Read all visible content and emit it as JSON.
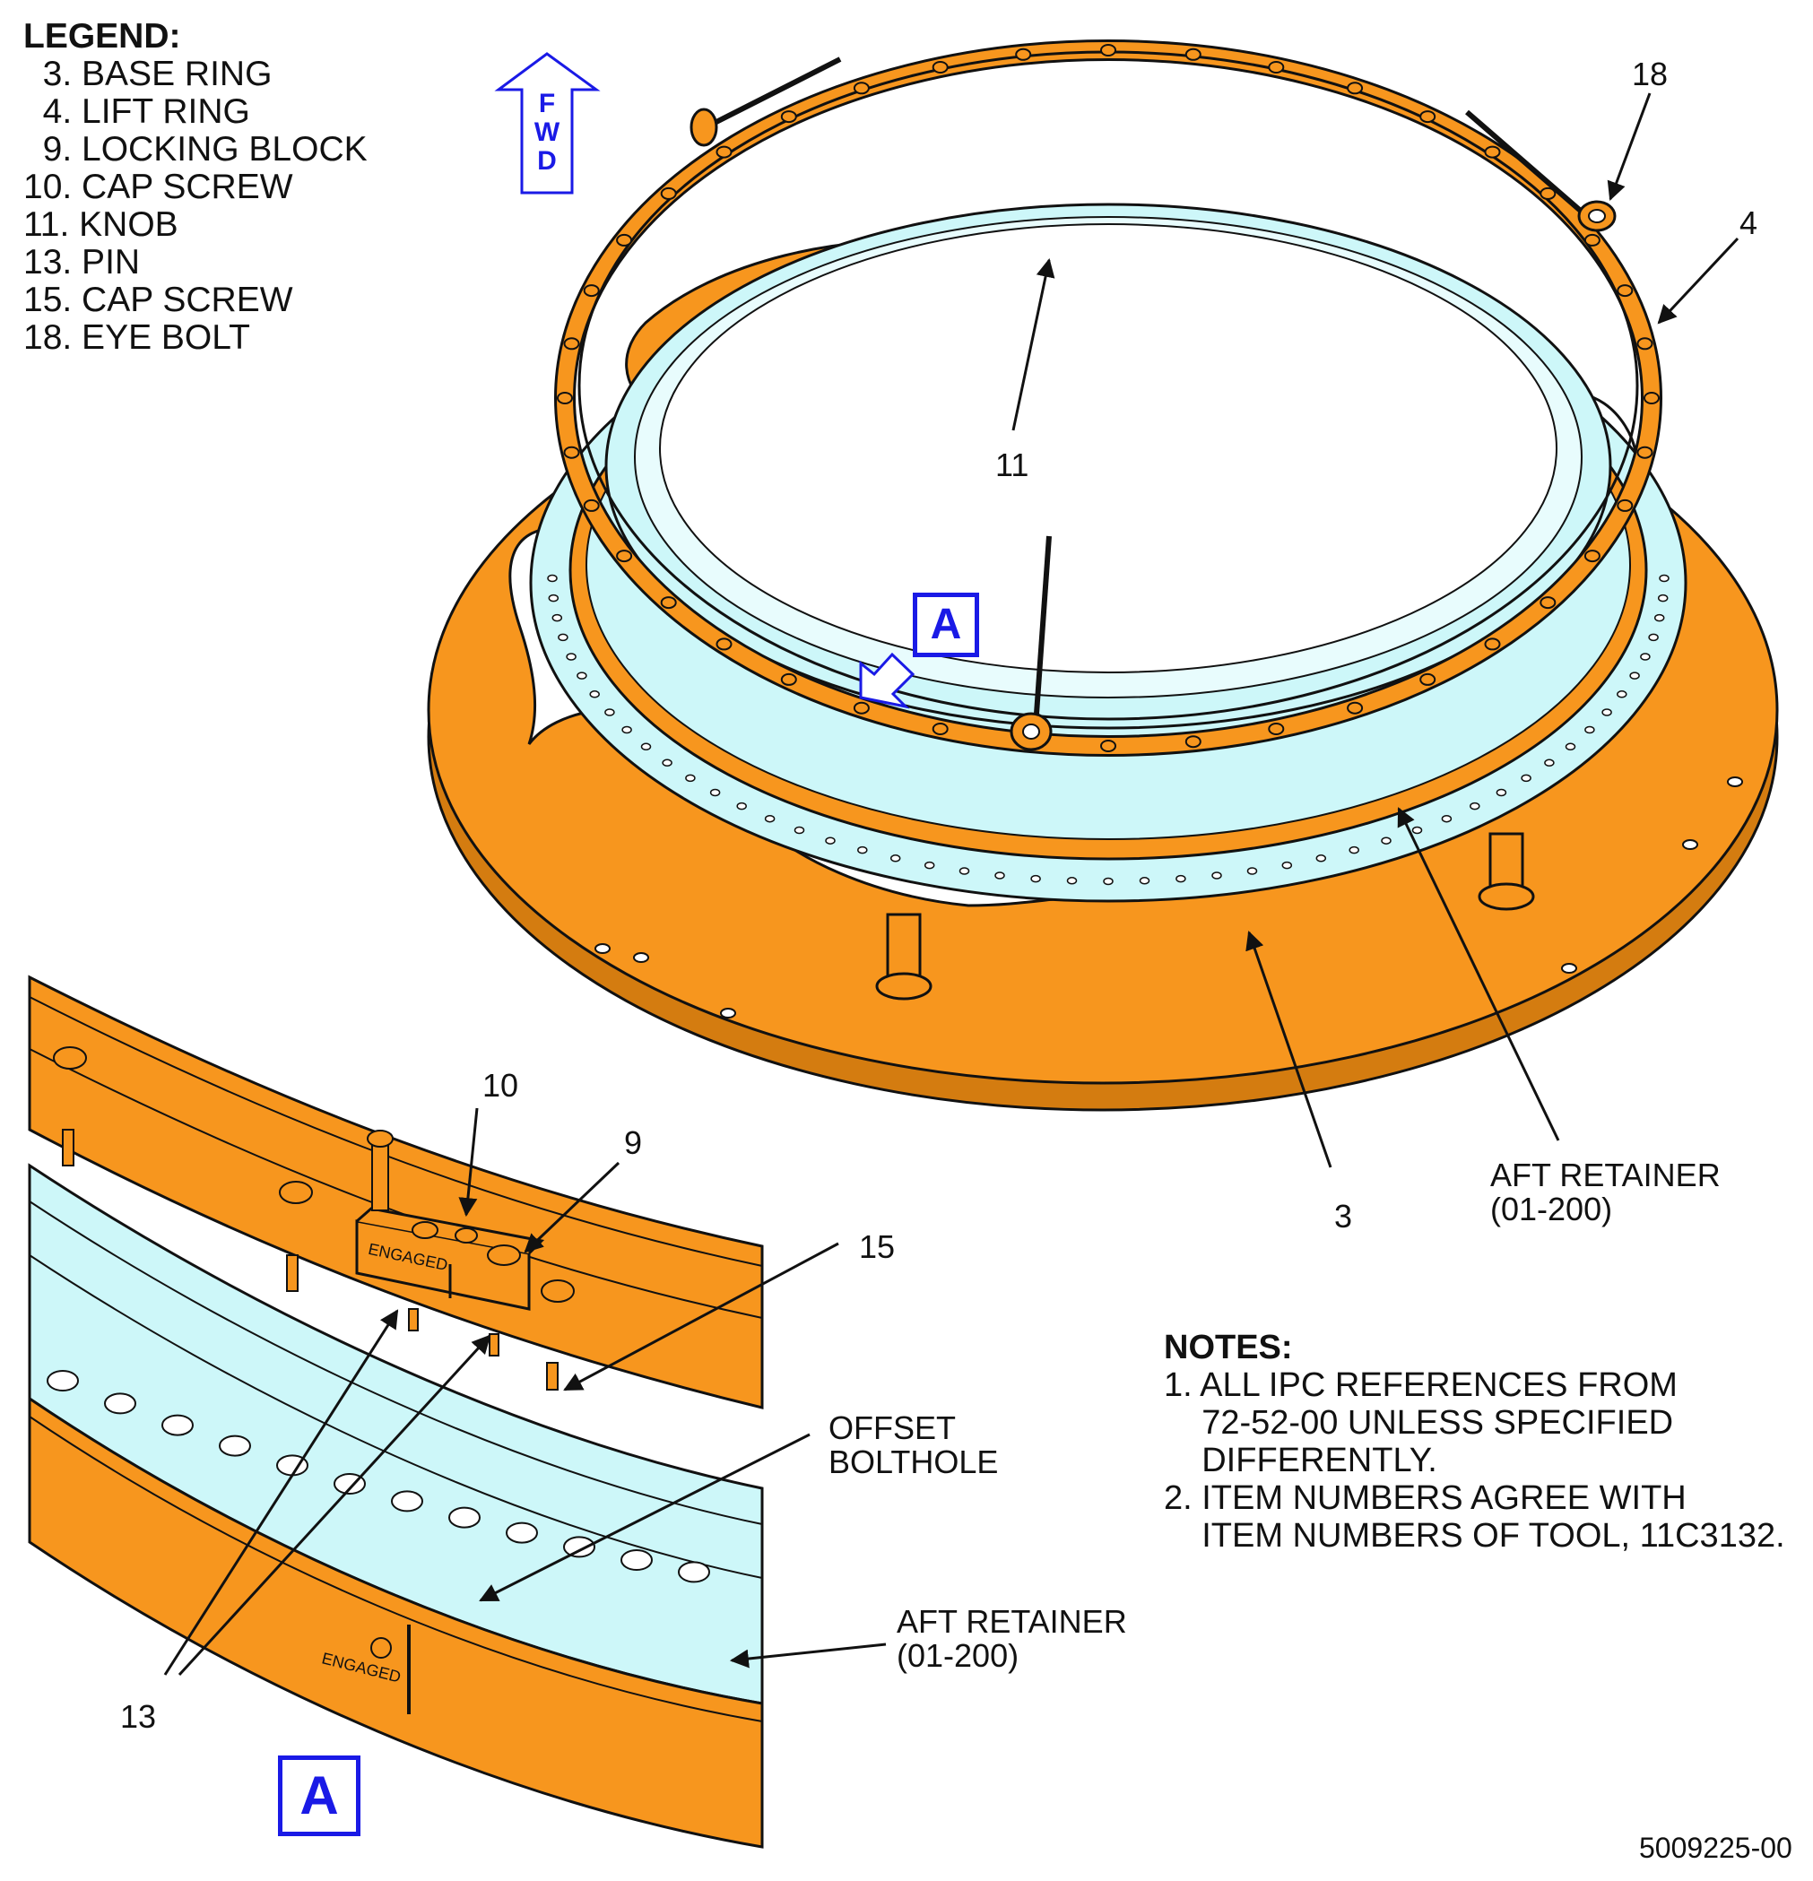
{
  "legend": {
    "title": "LEGEND:",
    "items": [
      "  3. BASE RING",
      "  4. LIFT RING",
      "  9. LOCKING BLOCK",
      "10. CAP SCREW",
      "11. KNOB",
      "13. PIN",
      "15. CAP SCREW",
      "18. EYE BOLT"
    ]
  },
  "fwd": {
    "letters": [
      "F",
      "W",
      "D"
    ]
  },
  "notes": {
    "title": "NOTES:",
    "lines": [
      "1. ALL IPC REFERENCES FROM",
      "    72-52-00 UNLESS SPECIFIED",
      "    DIFFERENTLY.",
      "2. ITEM NUMBERS AGREE WITH",
      "    ITEM NUMBERS OF TOOL, 11C3132."
    ]
  },
  "callouts": {
    "item18": "18",
    "item4": "4",
    "item11": "11",
    "item3": "3",
    "aft_retainer_main_1": "AFT RETAINER",
    "aft_retainer_main_2": "(01-200)",
    "item10": "10",
    "item9": "9",
    "item15": "15",
    "offset_bolthole_1": "OFFSET",
    "offset_bolthole_2": "BOLTHOLE",
    "aft_retainer_detail_1": "AFT RETAINER",
    "aft_retainer_detail_2": "(01-200)",
    "item13": "13",
    "engaged_block": "ENGAGED",
    "engaged_ring": "ENGAGED"
  },
  "view_labels": {
    "main_view": "A",
    "detail_view": "A"
  },
  "figure_number": "5009225-00",
  "colors": {
    "tool_orange": "#F7961E",
    "retainer_cyan": "#CDF7F9",
    "view_blue": "#1a1ae6",
    "outline": "#111111"
  }
}
